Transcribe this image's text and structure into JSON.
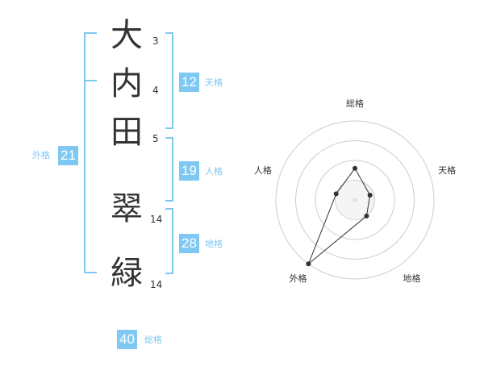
{
  "name_chars": [
    {
      "char": "大",
      "strokes": "3"
    },
    {
      "char": "内",
      "strokes": "4"
    },
    {
      "char": "田",
      "strokes": "5"
    },
    {
      "char": "翠",
      "strokes": "14"
    },
    {
      "char": "緑",
      "strokes": "14"
    }
  ],
  "fortunes": {
    "tenkaku": {
      "value": "12",
      "label": "天格"
    },
    "jinkaku": {
      "value": "19",
      "label": "人格"
    },
    "chikaku": {
      "value": "28",
      "label": "地格"
    },
    "gaikaku": {
      "value": "21",
      "label": "外格"
    },
    "soukaku": {
      "value": "40",
      "label": "総格"
    }
  },
  "chart_data": {
    "type": "radar",
    "axes": [
      "総格",
      "天格",
      "地格",
      "外格",
      "人格"
    ],
    "values": [
      0.4,
      0.2,
      0.25,
      1.0,
      0.25
    ],
    "rmax": 1,
    "rings": 4,
    "colors": {
      "line": "#333333",
      "ring": "#cccccc",
      "point": "#333333",
      "center": "#dddddd"
    }
  }
}
